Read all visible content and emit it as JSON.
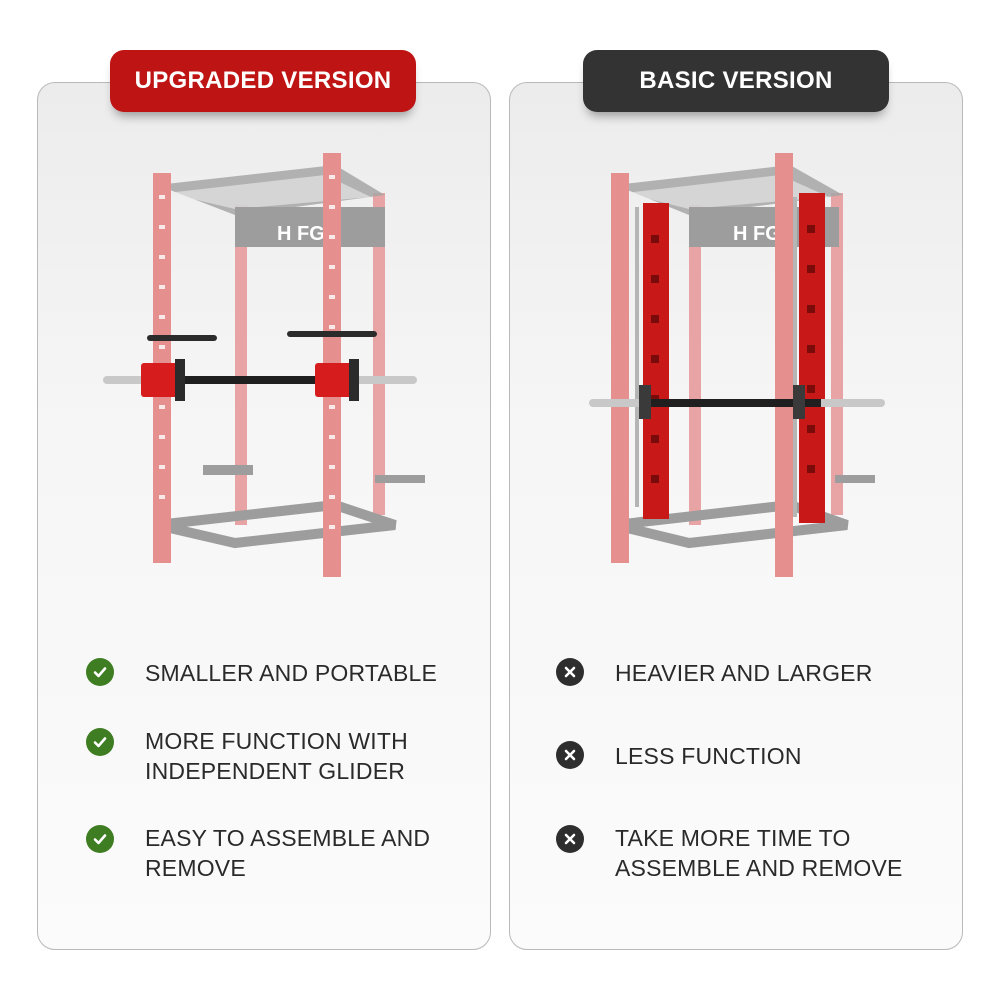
{
  "upgraded": {
    "badge": "UPGRADED VERSION",
    "features": [
      "SMALLER AND PORTABLE",
      "MORE FUNCTION WITH INDEPENDENT GLIDER",
      "EASY TO ASSEMBLE AND REMOVE"
    ]
  },
  "basic": {
    "badge": "BASIC VERSION",
    "features": [
      "HEAVIER AND LARGER",
      "LESS FUNCTION",
      "TAKE MORE TIME TO ASSEMBLE AND REMOVE"
    ]
  },
  "icons": {
    "upgraded_feature_icon": "check-circle-icon",
    "basic_feature_icon": "x-circle-icon"
  },
  "colors": {
    "accent_red": "#bf1414",
    "badge_dark": "#333333",
    "check_green": "#3e7d22",
    "frame_pink": "#e99a9a",
    "frame_grey": "#9a9a9a"
  }
}
